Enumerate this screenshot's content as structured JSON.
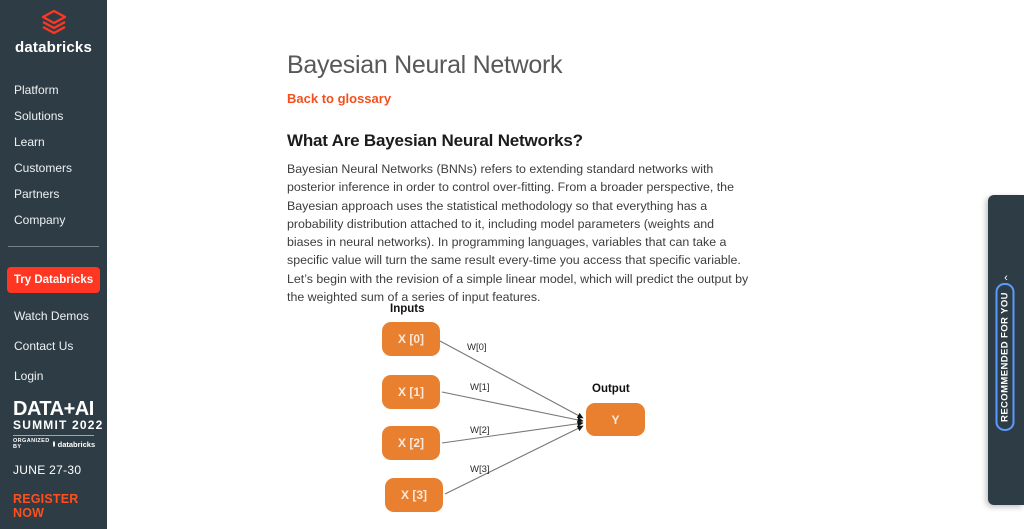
{
  "sidebar": {
    "logo_word": "databricks",
    "nav": [
      "Platform",
      "Solutions",
      "Learn",
      "Customers",
      "Partners",
      "Company"
    ],
    "try_button": "Try Databricks",
    "nav2": [
      "Watch Demos",
      "Contact Us",
      "Login"
    ],
    "summit": {
      "line1": "DATA+AI",
      "line2": "SUMMIT 2022",
      "organized_by": "ORGANIZED BY",
      "organizer": "databricks",
      "date": "JUNE 27-30",
      "register": "REGISTER NOW"
    }
  },
  "main": {
    "title": "Bayesian Neural Network",
    "back_link": "Back to glossary",
    "heading": "What Are Bayesian Neural Networks?",
    "paragraph": "Bayesian Neural Networks (BNNs) refers to extending standard networks with posterior inference in order to control over-fitting. From a broader perspective, the Bayesian approach uses the statistical methodology so that everything has a probability distribution attached to it, including model parameters (weights and biases in neural networks). In programming languages, variables that can take a specific value will turn the same result every-time you access that specific variable. Let’s begin with the revision of a simple linear model, which will predict the output by the weighted sum of a series of input features."
  },
  "diagram": {
    "inputs_label": "Inputs",
    "output_label": "Output",
    "input_nodes": [
      "X [0]",
      "X [1]",
      "X [2]",
      "X [3]"
    ],
    "weights": [
      "W[0]",
      "W[1]",
      "W[2]",
      "W[3]"
    ],
    "output_node": "Y",
    "edges": [
      {
        "from": "X [0]",
        "to": "Y",
        "label": "W[0]"
      },
      {
        "from": "X [1]",
        "to": "Y",
        "label": "W[1]"
      },
      {
        "from": "X [2]",
        "to": "Y",
        "label": "W[2]"
      },
      {
        "from": "X [3]",
        "to": "Y",
        "label": "W[3]"
      }
    ]
  },
  "recommended": {
    "chevron": "‹",
    "label": "RECOMMENDED FOR YOU"
  },
  "colors": {
    "brand_red": "#FF3621",
    "sidebar_bg": "#2E3D45",
    "link_orange": "#F4501E",
    "register_orange": "#FF4F1E",
    "node_orange": "#E8802F",
    "focus_blue": "#5B9BFF"
  }
}
